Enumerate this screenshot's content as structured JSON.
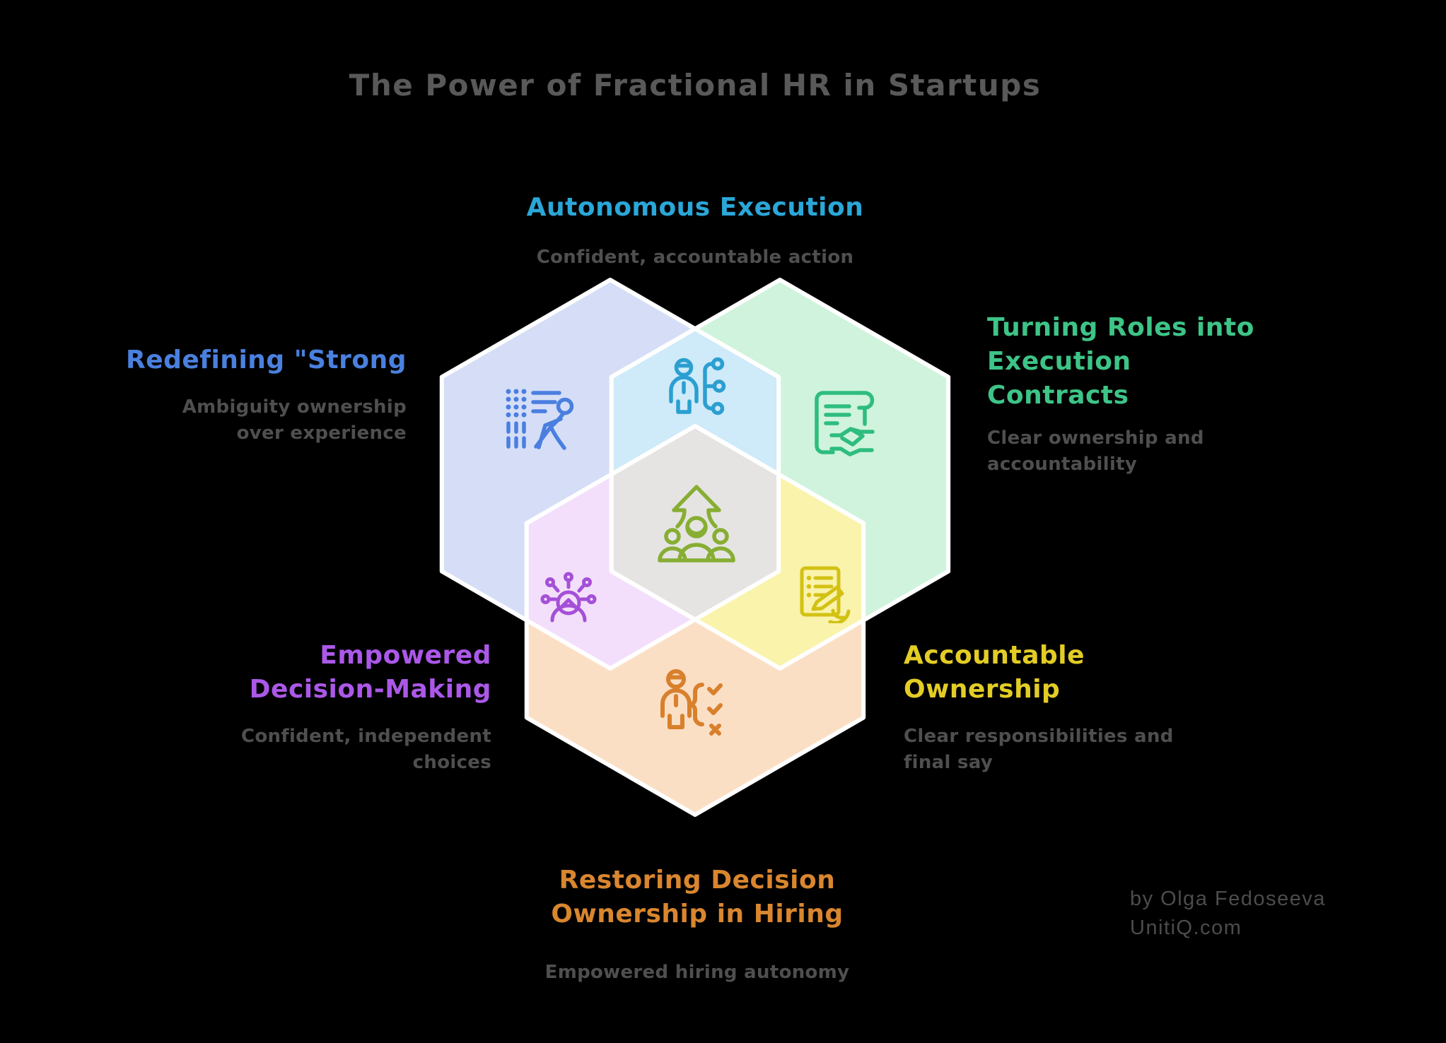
{
  "background": "#000000",
  "title": {
    "text": "The Power of Fractional HR in Startups",
    "color": "#595959"
  },
  "subtitle_color": "#4f4f4f",
  "attribution": {
    "line1": "by Olga Fedoseeva",
    "line2": "UnitiQ.com",
    "color": "#4c4c4c"
  },
  "sections": {
    "autonomous": {
      "title": "Autonomous Execution",
      "subtitle": "Confident, accountable action",
      "color": "#2aa7d8"
    },
    "redefining": {
      "title": "Redefining \"Strong",
      "subtitle_lines": [
        "Ambiguity ownership",
        "over experience"
      ],
      "color": "#4a80de"
    },
    "turning": {
      "title_lines": [
        "Turning Roles into",
        "Execution",
        "Contracts"
      ],
      "subtitle_lines": [
        "Clear ownership and",
        "accountability"
      ],
      "color": "#3dc487"
    },
    "empowered": {
      "title_lines": [
        "Empowered",
        "Decision-Making"
      ],
      "subtitle_lines": [
        "Confident, independent",
        "choices"
      ],
      "color": "#ab58e8"
    },
    "accountable": {
      "title_lines": [
        "Accountable",
        "Ownership"
      ],
      "subtitle_lines": [
        "Clear responsibilities and",
        "final say"
      ],
      "color": "#e3cd25"
    },
    "restoring": {
      "title_lines": [
        "Restoring Decision",
        "Ownership in Hiring"
      ],
      "subtitle": "Empowered hiring autonomy",
      "color": "#d9862f"
    }
  },
  "venn": {
    "stroke": "#ffffff",
    "regions": [
      {
        "key": "A",
        "name": "region-redefining-strong",
        "fill": "#d5def6"
      },
      {
        "key": "B",
        "name": "region-execution-contracts",
        "fill": "#cff3dc"
      },
      {
        "key": "C",
        "name": "region-hiring-ownership",
        "fill": "#fbdfc5"
      },
      {
        "key": "AB",
        "name": "region-autonomous-execution",
        "fill": "#cfeaf8"
      },
      {
        "key": "AC",
        "name": "region-empowered-decisions",
        "fill": "#f3dffb"
      },
      {
        "key": "BC",
        "name": "region-accountable-ownership",
        "fill": "#faf3ab"
      },
      {
        "key": "ABC",
        "name": "region-core-team-growth",
        "fill": "#e5e4e2"
      }
    ]
  },
  "icons": {
    "walk": {
      "name": "navigating-ambiguity-icon",
      "color": "#4a7fe0"
    },
    "delegate": {
      "name": "delegation-icon",
      "color": "#2b9fd1"
    },
    "contract": {
      "name": "contract-handshake-icon",
      "color": "#2ebd7e"
    },
    "empower": {
      "name": "empowered-mind-icon",
      "color": "#a550d8"
    },
    "sign": {
      "name": "signing-checklist-icon",
      "color": "#d3c114"
    },
    "team": {
      "name": "team-growth-icon",
      "color": "#87ae33"
    },
    "decide": {
      "name": "decision-checklist-icon",
      "color": "#d8802c"
    }
  }
}
